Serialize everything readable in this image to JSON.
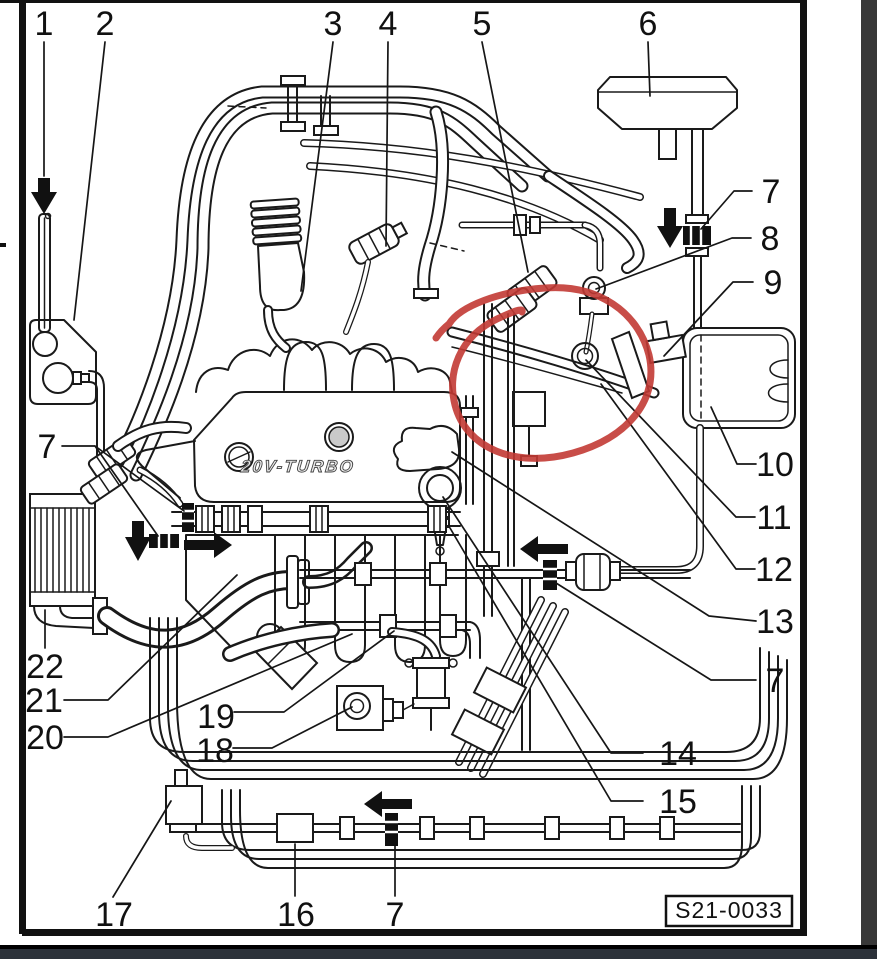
{
  "figure": {
    "code_label": "S21-0033",
    "engine_cover_text": "20V-TURBO",
    "annotation_color": "#c23a34",
    "line_color": "#1a1a1a",
    "right_band_color": "#383838",
    "bottom_band_color": "#2c323a"
  },
  "callouts": [
    {
      "label": "1"
    },
    {
      "label": "2"
    },
    {
      "label": "3"
    },
    {
      "label": "4"
    },
    {
      "label": "5"
    },
    {
      "label": "6"
    },
    {
      "label": "7"
    },
    {
      "label": "8"
    },
    {
      "label": "9"
    },
    {
      "label": "10"
    },
    {
      "label": "11"
    },
    {
      "label": "12"
    },
    {
      "label": "13"
    },
    {
      "label": "7"
    },
    {
      "label": "14"
    },
    {
      "label": "15"
    },
    {
      "label": "7"
    },
    {
      "label": "22"
    },
    {
      "label": "21"
    },
    {
      "label": "20"
    },
    {
      "label": "19"
    },
    {
      "label": "18"
    },
    {
      "label": "17"
    },
    {
      "label": "16"
    },
    {
      "label": "7"
    }
  ]
}
